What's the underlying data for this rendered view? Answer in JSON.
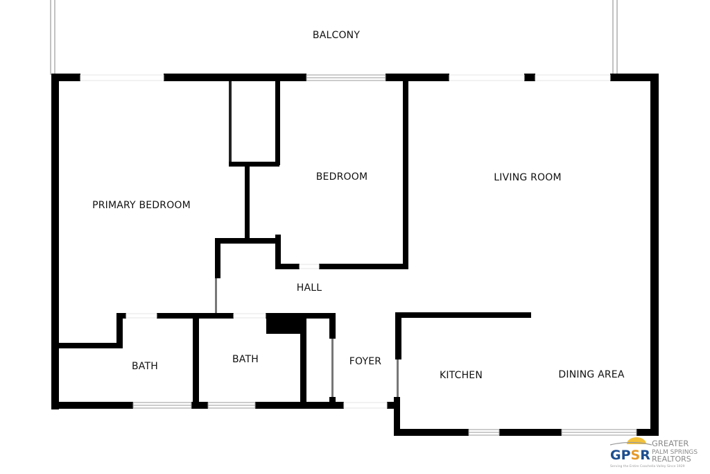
{
  "rooms": {
    "balcony": "BALCONY",
    "primary_bedroom": "PRIMARY BEDROOM",
    "bedroom": "BEDROOM",
    "living_room": "LIVING ROOM",
    "hall": "HALL",
    "bath_1": "BATH",
    "bath_2": "BATH",
    "foyer": "FOYER",
    "kitchen": "KITCHEN",
    "dining_area": "DINING AREA"
  },
  "logo": {
    "monogram": "GPSR",
    "line1": "GREATER",
    "line2": "PALM SPRINGS",
    "line3": "REALTORS",
    "tagline": "Serving the Entire Coachella Valley Since 1929",
    "colors": {
      "blue": "#1d4f8f",
      "orange": "#e59a2b",
      "sun": "#f3c13a",
      "gray": "#8a8a8a"
    }
  },
  "colors": {
    "wall": "#000000",
    "window": "#bdbdbd",
    "background": "#ffffff"
  }
}
